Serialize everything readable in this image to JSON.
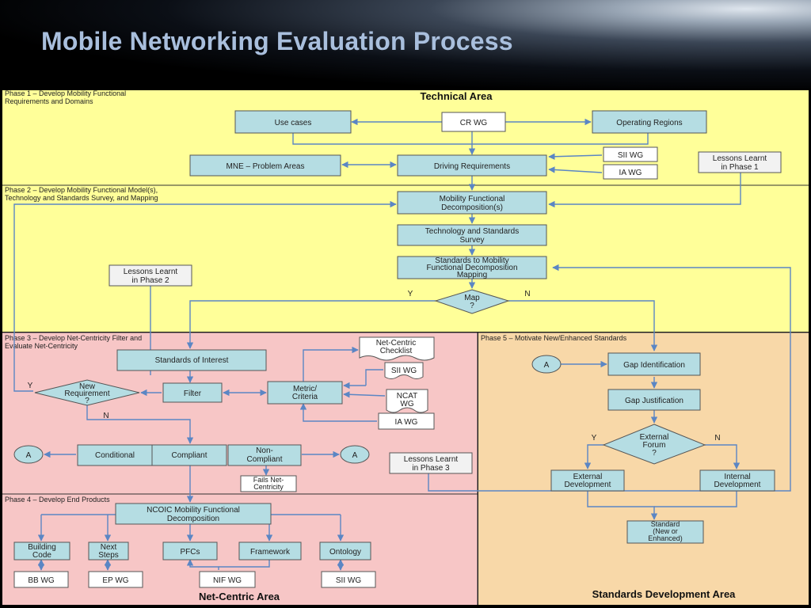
{
  "slide": {
    "title": "Mobile Networking Evaluation Process"
  },
  "phases": {
    "p1_line1": "Phase 1 – Develop Mobility Functional",
    "p1_line2": "Requirements and Domains",
    "p2_line1": "Phase 2 – Develop Mobility Functional Model(s),",
    "p2_line2": "Technology and Standards Survey, and Mapping",
    "p3_line1": "Phase 3 – Develop Net-Centricity Filter and",
    "p3_line2": "Evaluate Net-Centricity",
    "p4": "Phase 4 – Develop End Products",
    "p5": "Phase 5 – Motivate New/Enhanced Standards"
  },
  "areas": {
    "technical": "Technical Area",
    "net_centric": "Net-Centric Area",
    "standards_dev": "Standards Development Area"
  },
  "nodes": {
    "use_cases": "Use cases",
    "cr_wg": "CR WG",
    "operating_regions": "Operating Regions",
    "mne": "MNE – Problem Areas",
    "driving_req": "Driving Requirements",
    "sii_wg_top": "SII WG",
    "ia_wg_top": "IA WG",
    "lessons1_l1": "Lessons Learnt",
    "lessons1_l2": "in Phase 1",
    "mfd_l1": "Mobility Functional",
    "mfd_l2": "Decomposition(s)",
    "tss_l1": "Technology and Standards",
    "tss_l2": "Survey",
    "stm_l1": "Standards to Mobility",
    "stm_l2": "Functional Decomposition",
    "stm_l3": "Mapping",
    "lessons2_l1": "Lessons Learnt",
    "lessons2_l2": "in Phase 2",
    "map_l1": "Map",
    "map_l2": "?",
    "map_y": "Y",
    "map_n": "N",
    "soi": "Standards of Interest",
    "ncc_l1": "Net-Centric",
    "ncc_l2": "Checklist",
    "sii_wg_mid": "SII WG",
    "ncat_l1": "NCAT",
    "ncat_l2": "WG",
    "ia_wg_mid": "IA WG",
    "newreq_l1": "New",
    "newreq_l2": "Requirement",
    "newreq_l3": "?",
    "newreq_y": "Y",
    "newreq_n": "N",
    "filter": "Filter",
    "metric_l1": "Metric/",
    "metric_l2": "Criteria",
    "conditional": "Conditional",
    "compliant": "Compliant",
    "noncomp_l1": "Non-",
    "noncomp_l2": "Compliant",
    "a_left": "A",
    "a_mid": "A",
    "a_right": "A",
    "fails_l1": "Fails Net-",
    "fails_l2": "Centricity",
    "lessons3_l1": "Lessons Learnt",
    "lessons3_l2": "in Phase 3",
    "ncoic_l1": "NCOIC Mobility Functional",
    "ncoic_l2": "Decomposition",
    "bc_l1": "Building",
    "bc_l2": "Code",
    "ns_l1": "Next",
    "ns_l2": "Steps",
    "pfcs": "PFCs",
    "framework": "Framework",
    "ontology": "Ontology",
    "bb_wg": "BB WG",
    "ep_wg": "EP WG",
    "nif_wg": "NIF WG",
    "sii_wg_bot": "SII WG",
    "gap_id": "Gap Identification",
    "gap_just": "Gap Justification",
    "ext_l1": "External",
    "ext_l2": "Forum",
    "ext_l3": "?",
    "ext_y": "Y",
    "ext_n": "N",
    "extdev_l1": "External",
    "extdev_l2": "Development",
    "intdev_l1": "Internal",
    "intdev_l2": "Development",
    "std_l1": "Standard",
    "std_l2": "(New or",
    "std_l3": "Enhanced)"
  },
  "colors": {
    "technical_bg": "#ffff99",
    "net_centric_bg": "#f7c6c6",
    "standards_bg": "#f8d8a8",
    "process_box": "#b5dde3",
    "connector": "#5b86c4"
  }
}
